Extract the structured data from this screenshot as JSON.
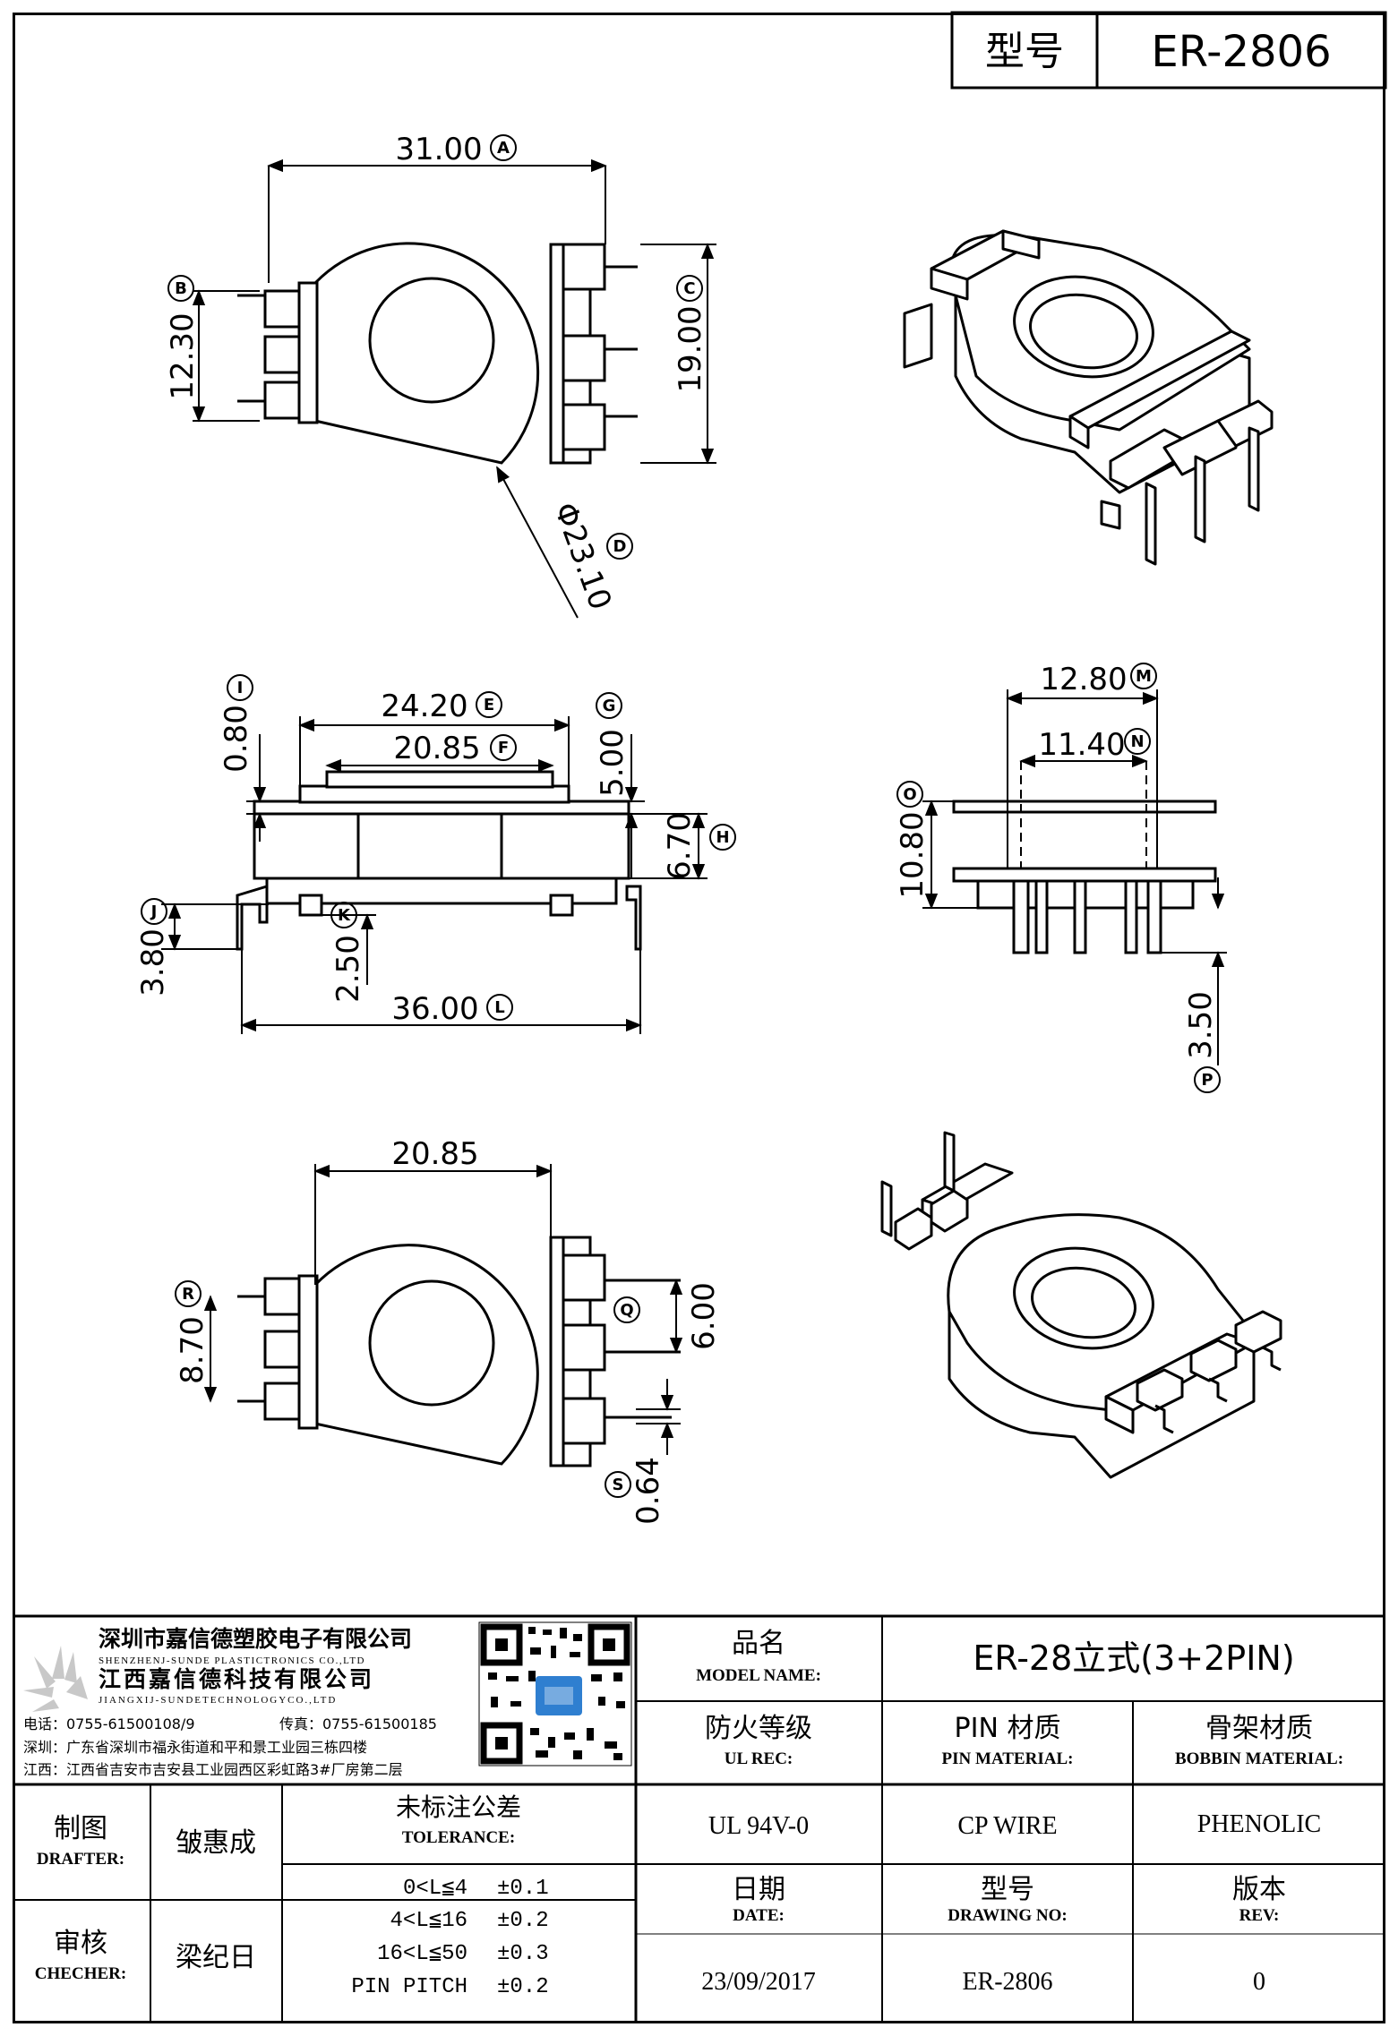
{
  "header": {
    "model_label": "型号",
    "model_value": "ER-2806"
  },
  "dims": {
    "A": {
      "value": "31.00",
      "tag": "A"
    },
    "B": {
      "value": "12.30",
      "tag": "B"
    },
    "C": {
      "value": "19.00",
      "tag": "C"
    },
    "D": {
      "value": "Φ23.10",
      "tag": "D"
    },
    "E": {
      "value": "24.20",
      "tag": "E"
    },
    "F": {
      "value": "20.85",
      "tag": "F"
    },
    "G": {
      "value": "5.00",
      "tag": "G"
    },
    "H": {
      "value": "6.70",
      "tag": "H"
    },
    "I": {
      "value": "0.80",
      "tag": "I"
    },
    "J": {
      "value": "3.80",
      "tag": "J"
    },
    "K": {
      "value": "2.50",
      "tag": "K"
    },
    "L": {
      "value": "36.00",
      "tag": "L"
    },
    "M": {
      "value": "12.80",
      "tag": "M"
    },
    "N": {
      "value": "11.40",
      "tag": "N"
    },
    "O": {
      "value": "10.80",
      "tag": "O"
    },
    "P": {
      "value": "3.50",
      "tag": "P"
    },
    "bottom_width": {
      "value": "20.85"
    },
    "R": {
      "value": "8.70",
      "tag": "R"
    },
    "Q": {
      "value": "6.00",
      "tag": "Q"
    },
    "S": {
      "value": "0.64",
      "tag": "S"
    }
  },
  "company": {
    "name_sz": "深圳市嘉信德塑胶电子有限公司",
    "name_sz_en": "SHENZHENJ-SUNDE PLASTICTRONICS CO.,LTD",
    "name_jx": "江西嘉信德科技有限公司",
    "name_jx_en": "JIANGXIJ-SUNDETECHNOLOGYCO.,LTD",
    "tel": "电话：0755-61500108/9",
    "fax": "传真：0755-61500185",
    "addr_sz": "深圳：广东省深圳市福永街道和平和景工业园三栋四楼",
    "addr_jx": "江西：江西省吉安市吉安县工业园西区彩虹路3#厂房第二层"
  },
  "title_block": {
    "model_name_cn": "品名",
    "model_name_en": "MODEL NAME:",
    "model_name_value": "ER-28立式(3+2PIN)",
    "ul_cn": "防火等级",
    "ul_en": "UL REC:",
    "ul_value": "UL 94V-0",
    "pin_cn": "PIN 材质",
    "pin_en": "PIN MATERIAL:",
    "pin_value": "CP WIRE",
    "bobbin_cn": "骨架材质",
    "bobbin_en": "BOBBIN MATERIAL:",
    "bobbin_value": "PHENOLIC",
    "drafter_cn": "制图",
    "drafter_en": "DRAFTER:",
    "drafter_value": "皱惠成",
    "checker_cn": "审核",
    "checker_en": "CHECHER:",
    "checker_value": "梁纪日",
    "tol_cn": "未标注公差",
    "tol_en": "TOLERANCE:",
    "tol_rows": [
      {
        "range": "0<L≦4",
        "value": "±0.1"
      },
      {
        "range": "4<L≦16",
        "value": "±0.2"
      },
      {
        "range": "16<L≦50",
        "value": "±0.3"
      },
      {
        "range": "PIN PITCH",
        "value": "±0.2"
      }
    ],
    "date_cn": "日期",
    "date_en": "DATE:",
    "date_value": "23/09/2017",
    "dwg_cn": "型号",
    "dwg_en": "DRAWING NO:",
    "dwg_value": "ER-2806",
    "rev_cn": "版本",
    "rev_en": "REV:",
    "rev_value": "0"
  },
  "colors": {
    "line": "#000000",
    "qr_accent": "#2f7fd0",
    "logo": "#c8c8c8"
  }
}
